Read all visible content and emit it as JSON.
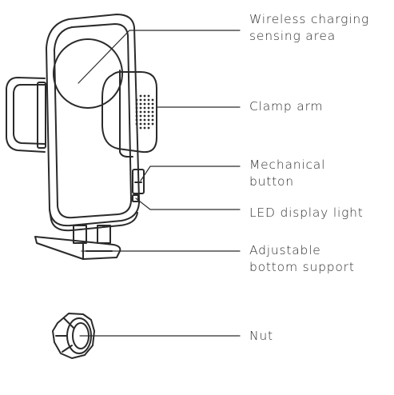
{
  "labels": {
    "wireless": {
      "line1": "Wireless charging",
      "line2": "sensing area"
    },
    "clamp": {
      "line1": "Clamp arm"
    },
    "mechanical": {
      "line1": "Mechanical",
      "line2": "button"
    },
    "led": {
      "line1": "LED display light"
    },
    "adjustable": {
      "line1": "Adjustable",
      "line2": "bottom support"
    },
    "nut": {
      "line1": "Nut"
    }
  },
  "colors": {
    "stroke": "#2a2a2a",
    "text": "#2f2f2f"
  }
}
